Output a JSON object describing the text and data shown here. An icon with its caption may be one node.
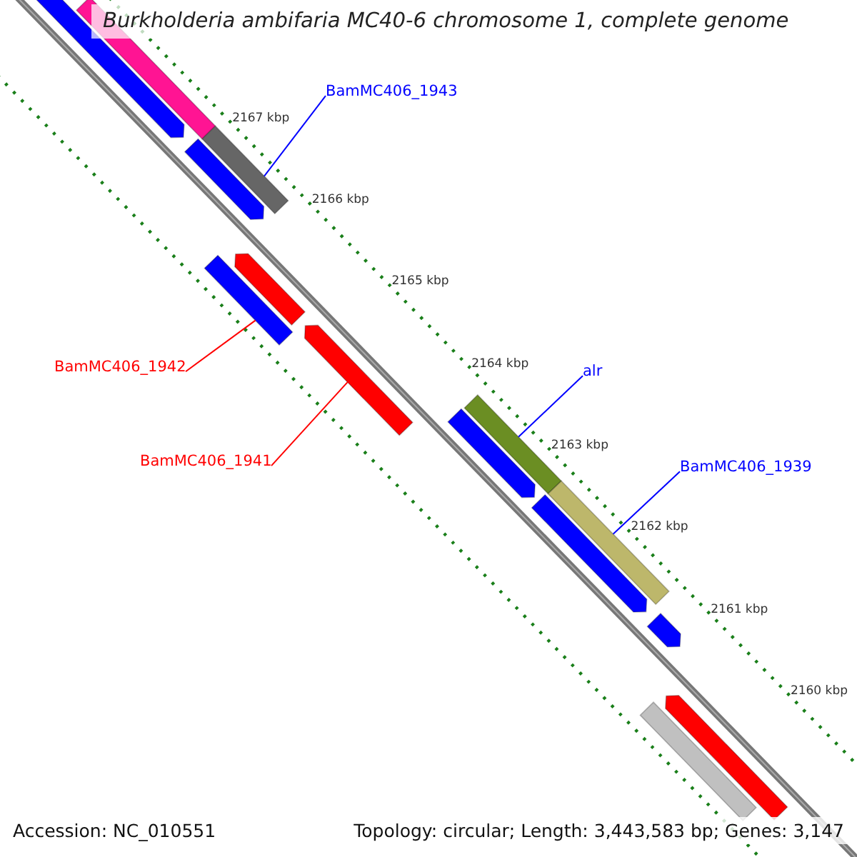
{
  "diagram": {
    "title": "Burkholderia ambifaria MC40-6 chromosome 1, complete genome",
    "nodes": [
      {
        "text": [],
        "shape": "arrow"
      },
      {
        "text": [],
        "shape": "bar"
      },
      {
        "text": [
          "BamMC406_1943"
        ]
      },
      {
        "text": [],
        "shape": "bar"
      },
      {
        "text": [],
        "shape": "arrow"
      },
      {
        "text": [],
        "shape": "arrow"
      },
      {
        "text": [],
        "shape": "bar"
      },
      {
        "text": [
          "BamMC406_1942"
        ]
      },
      {
        "text": [],
        "shape": "arrow"
      },
      {
        "text": [
          "BamMC406_1941"
        ]
      },
      {
        "text": [
          "alr"
        ]
      },
      {
        "text": [],
        "shape": "bar"
      },
      {
        "text": [],
        "shape": "arrow"
      },
      {
        "text": [
          "BamMC406_1939"
        ]
      },
      {
        "text": [],
        "shape": "bar"
      },
      {
        "text": [],
        "shape": "arrow"
      },
      {
        "text": [],
        "shape": "arrow"
      },
      {
        "text": [],
        "shape": "arrow"
      },
      {
        "text": [],
        "shape": "bar"
      }
    ],
    "edges": [
      {
        "from": 2,
        "to": 3,
        "arrow": "none"
      },
      {
        "from": 7,
        "to": 6,
        "arrow": "none",
        "color": "#ff0000"
      },
      {
        "from": 9,
        "to": 8,
        "arrow": "none",
        "color": "#ff0000"
      },
      {
        "from": 10,
        "to": 11,
        "arrow": "none"
      },
      {
        "from": 13,
        "to": 14,
        "arrow": "none"
      }
    ],
    "labels": [
      "2167 kbp",
      "2166 kbp",
      "2165 kbp",
      "2164 kbp",
      "2163 kbp",
      "2162 kbp",
      "2161 kbp",
      "2160 kbp",
      "Accession: NC_010551",
      "Topology: circular; Length: 3,443,583 bp; Genes: 3,147"
    ]
  }
}
